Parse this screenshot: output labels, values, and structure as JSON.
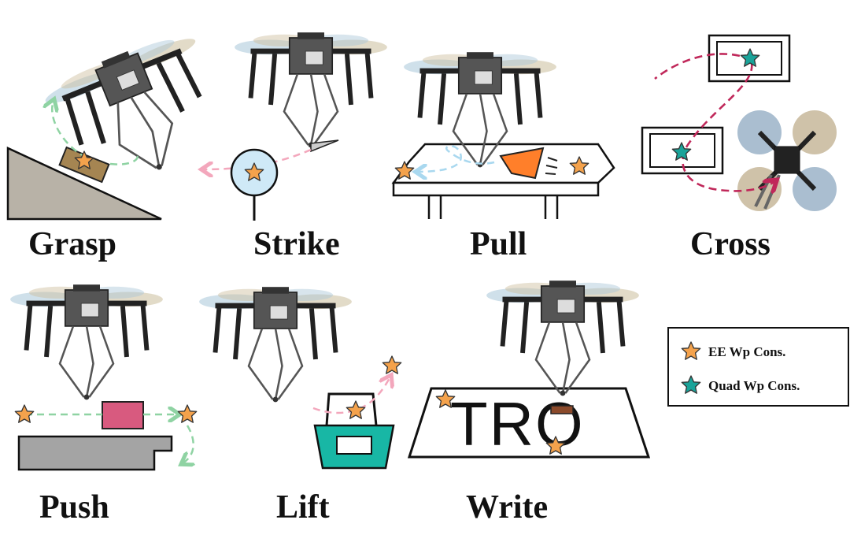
{
  "tasks": [
    {
      "id": "grasp",
      "label": "Grasp"
    },
    {
      "id": "strike",
      "label": "Strike"
    },
    {
      "id": "pull",
      "label": "Pull"
    },
    {
      "id": "cross",
      "label": "Cross"
    },
    {
      "id": "push",
      "label": "Push"
    },
    {
      "id": "lift",
      "label": "Lift"
    },
    {
      "id": "write",
      "label": "Write"
    }
  ],
  "legend": {
    "ee": "EE Wp Cons.",
    "quad": "Quad Wp Cons."
  },
  "board_text": "TRO",
  "colors": {
    "ee_star": "#f4a24c",
    "quad_star": "#1aa399",
    "green_path": "#8fd3a3",
    "pink_path": "#f3a7bc",
    "blue_path": "#a9d8ef",
    "crimson_path": "#c0285a",
    "box_pink": "#d85a7f",
    "basket_teal": "#18b7a5",
    "pull_object": "#ff7f2a",
    "slope": "#b8b2a7",
    "table_gray": "#a4a4a4",
    "ball_blue": "#cfe9f7"
  }
}
